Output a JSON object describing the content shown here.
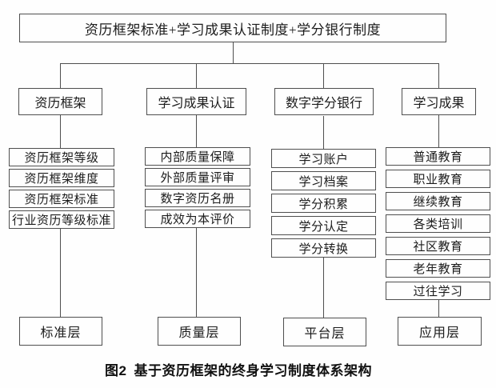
{
  "root": {
    "label": "资历框架标准+学习成果认证制度+学分银行制度"
  },
  "columns": [
    {
      "header": "资历框架",
      "items": [
        "资历框架等级",
        "资历框架维度",
        "资历框架标准",
        "行业资历等级标准"
      ],
      "footer": "标准层"
    },
    {
      "header": "学习成果认证",
      "items": [
        "内部质量保障",
        "外部质量评审",
        "数字资历名册",
        "成效为本评价"
      ],
      "footer": "质量层"
    },
    {
      "header": "数字学分银行",
      "items": [
        "学习账户",
        "学习档案",
        "学分积累",
        "学分认定",
        "学分转换"
      ],
      "footer": "平台层"
    },
    {
      "header": "学习成果",
      "items": [
        "普通教育",
        "职业教育",
        "继续教育",
        "各类培训",
        "社区教育",
        "老年教育",
        "过往学习"
      ],
      "footer": "应用层"
    }
  ],
  "caption": {
    "figure_label": "图2",
    "title": "基于资历框架的终身学习制度体系架构"
  },
  "colors": {
    "line": "#4f4f4f",
    "text": "#1c1c1c",
    "background": "#fefefe"
  }
}
